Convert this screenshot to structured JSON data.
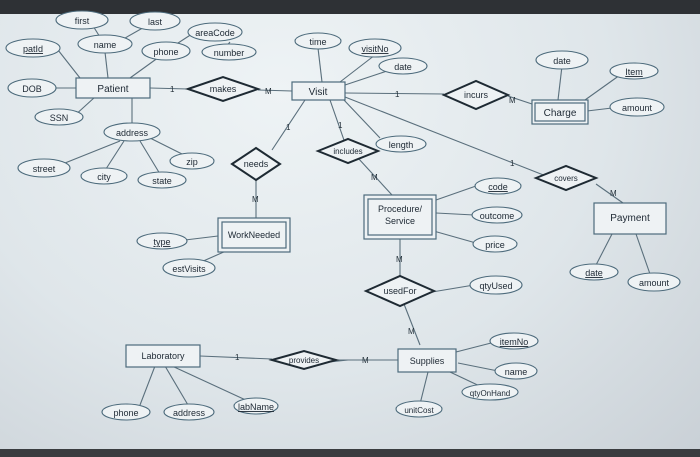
{
  "entities": {
    "patient": "Patient",
    "visit": "Visit",
    "charge": "Charge",
    "work_needed": "WorkNeeded",
    "procedure_service": [
      "Procedure/",
      "Service"
    ],
    "payment": "Payment",
    "laboratory": "Laboratory",
    "supplies": "Supplies"
  },
  "relationships": {
    "makes": "makes",
    "incurs": "incurs",
    "needs": "needs",
    "includes": "includes",
    "covers": "covers",
    "used_for": "usedFor",
    "provides": "provides"
  },
  "attributes": {
    "first": "first",
    "last": "last",
    "name": "name",
    "area_code": "areaCode",
    "phone": "phone",
    "number": "number",
    "pat_id": "patId",
    "dob": "DOB",
    "ssn": "SSN",
    "address": "address",
    "street": "street",
    "city": "city",
    "state": "state",
    "zip": "zip",
    "time": "time",
    "visit_no": "visitNo",
    "visit_date": "date",
    "length": "length",
    "charge_date": "date",
    "item": "Item",
    "amount": "amount",
    "code": "code",
    "outcome": "outcome",
    "price": "price",
    "type": "type",
    "est_visits": "estVisits",
    "payment_date": "date",
    "payment_amount": "amount",
    "qty_used": "qtyUsed",
    "item_no": "itemNo",
    "supply_name": "name",
    "qty_on_hand": "qtyOnHand",
    "unit_cost": "unitCost",
    "lab_phone": "phone",
    "lab_address": "address",
    "lab_name": "labName"
  },
  "cardinalities": {
    "one": "1",
    "many": "M"
  }
}
